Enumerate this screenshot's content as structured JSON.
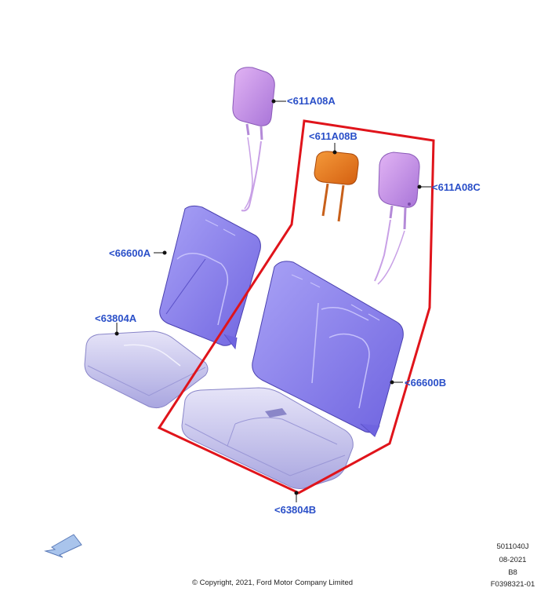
{
  "callouts": {
    "headrest_a": "<611A08A",
    "headrest_b": "<611A08B",
    "headrest_c": "<611A08C",
    "backrest_a": "<66600A",
    "backrest_b": "<66600B",
    "cushion_a": "<63804A",
    "cushion_b": "<63804B"
  },
  "footer": {
    "copyright": "© Copyright, 2021, Ford Motor Company Limited",
    "code": "5011040J",
    "date": "08-2021",
    "rev": "B8",
    "figure_id": "F0398321-01"
  },
  "colors": {
    "callout_text": "#2a4fc8",
    "highlight_outline": "#e0141b",
    "seat_part": "#8f86f0",
    "headrest": "#c48be6",
    "highlighted_headrest": "#e8701a",
    "cushion": "#c8c6ee"
  },
  "icons": {
    "orientation": "direction-arrow-icon"
  }
}
